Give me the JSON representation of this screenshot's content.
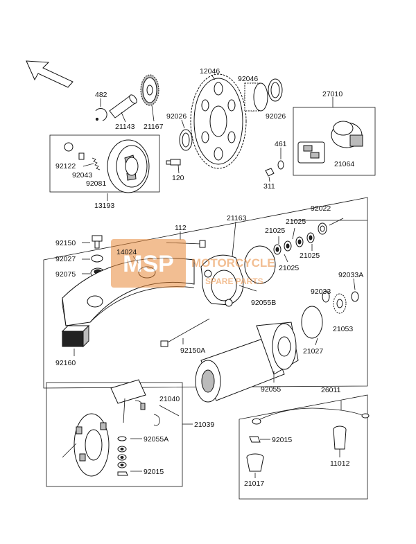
{
  "watermark": {
    "logo_text": "MSP",
    "line1": "MOTORCYCLE",
    "line2": "SPARE PARTS",
    "color": "#e8893a"
  },
  "parts": {
    "p482": "482",
    "p21143": "21143",
    "p21167": "21167",
    "p12046": "12046",
    "p92046": "92046",
    "p92026a": "92026",
    "p92026b": "92026",
    "p27010": "27010",
    "p461": "461",
    "p311": "311",
    "p21064": "21064",
    "p92122": "92122",
    "p92043": "92043",
    "p92081": "92081",
    "p120": "120",
    "p13193": "13193",
    "p112": "112",
    "p21163": "21163",
    "p92022": "92022",
    "p21025a": "21025",
    "p21025b": "21025",
    "p21025c": "21025",
    "p21025d": "21025",
    "p92150": "92150",
    "p14024": "14024",
    "p92027": "92027",
    "p92075": "92075",
    "p92055B": "92055B",
    "p92033": "92033",
    "p92033A": "92033A",
    "p21053": "21053",
    "p21027": "21027",
    "p92150A": "92150A",
    "p92160": "92160",
    "p92055": "92055",
    "p21040": "21040",
    "p21039": "21039",
    "p92055A": "92055A",
    "p92015a": "92015",
    "p92015b": "92015",
    "p26011": "26011",
    "p11012": "11012",
    "p21017": "21017"
  }
}
